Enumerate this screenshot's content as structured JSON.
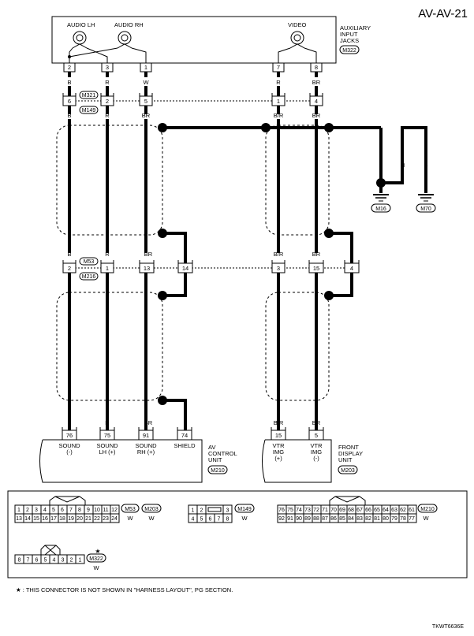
{
  "page_code": "AV-AV-21",
  "figure_id": "TKWT6636E",
  "aux_jacks": {
    "name_lines": [
      "AUXILIARY",
      "INPUT",
      "JACKS"
    ],
    "connector": "M322",
    "audio_lh": "AUDIO LH",
    "audio_rh": "AUDIO RH",
    "video": "VIDEO",
    "pins": [
      "2",
      "3",
      "1",
      "7",
      "8"
    ]
  },
  "wire_colors": {
    "c1": "B",
    "c2": "R",
    "c3": "W",
    "c4": "R",
    "c5": "BR",
    "c6": "B",
    "c7": "R",
    "c8": "BR",
    "c9": "B/R",
    "c10": "BR",
    "g1": "B",
    "g2": "B"
  },
  "joint_upper": {
    "pins": [
      "6",
      "2",
      "5",
      "1",
      "4"
    ],
    "connectors": [
      "M321",
      "M149"
    ]
  },
  "joint_lower": {
    "pins": [
      "2",
      "1",
      "13",
      "14",
      "3",
      "15",
      "4"
    ],
    "connectors": [
      "M53",
      "M216"
    ]
  },
  "grounds": [
    "M16",
    "M70"
  ],
  "av_unit": {
    "name_lines": [
      "AV",
      "CONTROL",
      "UNIT"
    ],
    "connector": "M210",
    "pins": [
      "76",
      "75",
      "91",
      "74"
    ],
    "labels": [
      [
        "SOUND",
        "(-)"
      ],
      [
        "SOUND",
        "LH (+)"
      ],
      [
        "SOUND",
        "RH (+)"
      ],
      [
        "SHIELD"
      ]
    ]
  },
  "display_unit": {
    "name_lines": [
      "FRONT",
      "DISPLAY",
      "UNIT"
    ],
    "connector": "M203",
    "pins": [
      "15",
      "5"
    ],
    "labels": [
      [
        "VTR",
        "IMG",
        "(+)"
      ],
      [
        "VTR",
        "IMG",
        "(-)"
      ]
    ]
  },
  "connector_tables": {
    "c24": {
      "row1": [
        "1",
        "2",
        "3",
        "4",
        "5",
        "6",
        "7",
        "8",
        "9",
        "10",
        "11",
        "12"
      ],
      "row2": [
        "13",
        "14",
        "15",
        "16",
        "17",
        "18",
        "19",
        "20",
        "21",
        "22",
        "23",
        "24"
      ],
      "tags": [
        "M53",
        "M203"
      ],
      "colors": [
        "W",
        "W"
      ]
    },
    "c8": {
      "row1": [
        "1",
        "2",
        "",
        "3"
      ],
      "row2": [
        "4",
        "5",
        "6",
        "7",
        "8"
      ],
      "tags": [
        "M149"
      ],
      "colors": [
        "W"
      ]
    },
    "c32": {
      "row1": [
        "76",
        "75",
        "74",
        "73",
        "72",
        "71",
        "70",
        "69",
        "68",
        "67",
        "66",
        "65",
        "64",
        "63",
        "62",
        "61"
      ],
      "row2": [
        "92",
        "91",
        "90",
        "89",
        "88",
        "87",
        "86",
        "85",
        "84",
        "83",
        "82",
        "81",
        "80",
        "79",
        "78",
        "77"
      ],
      "tags": [
        "M210"
      ],
      "colors": [
        "W"
      ]
    },
    "c8b": {
      "row1": [
        "8",
        "7",
        "6",
        "5",
        "4",
        "3",
        "2",
        "1"
      ],
      "tags": [
        "M322"
      ],
      "colors": [
        "W"
      ]
    }
  },
  "star_mark": "★",
  "footnote": "★ : THIS CONNECTOR IS NOT SHOWN IN \"HARNESS LAYOUT\", PG SECTION."
}
